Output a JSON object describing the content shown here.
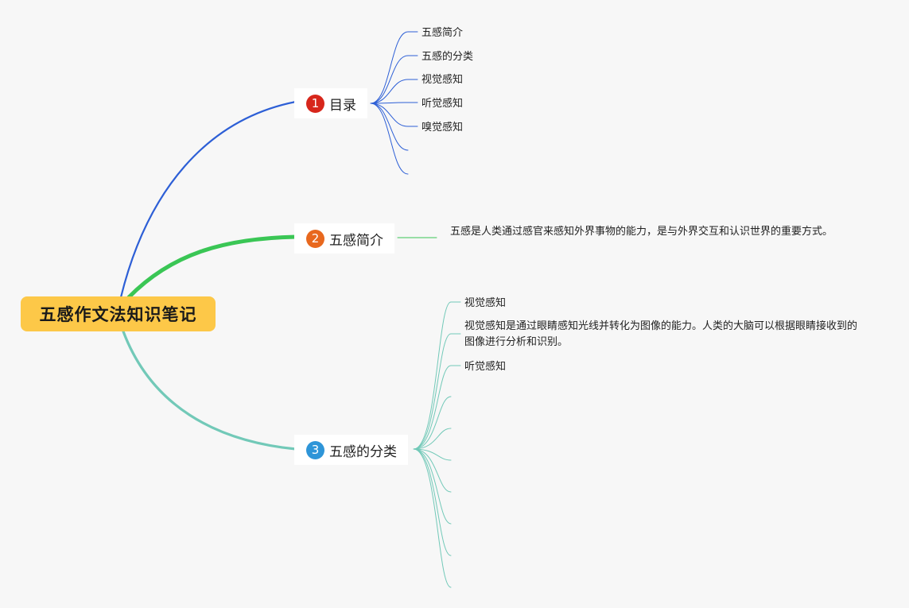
{
  "root": {
    "label": "五感作文法知识笔记",
    "color": "#fdc848"
  },
  "topics": [
    {
      "id": "t1",
      "number": "1",
      "label": "目录",
      "badge_color": "#d7261b",
      "line_color": "#2d5fd6",
      "children": [
        "五感简介",
        "五感的分类",
        "视觉感知",
        "听觉感知",
        "嗅觉感知",
        "",
        ""
      ]
    },
    {
      "id": "t2",
      "number": "2",
      "label": "五感简介",
      "badge_color": "#e8681e",
      "line_color": "#3ac655",
      "children": [
        "五感是人类通过感官来感知外界事物的能力，是与外界交互和认识世界的重要方式。"
      ]
    },
    {
      "id": "t3",
      "number": "3",
      "label": "五感的分类",
      "badge_color": "#2e95d8",
      "line_color": "#72c9b8",
      "children": [
        "视觉感知",
        "视觉感知是通过眼睛感知光线并转化为图像的能力。人类的大脑可以根据眼睛接收到的图像进行分析和识别。",
        "听觉感知",
        "",
        "",
        "",
        "",
        "",
        "",
        "",
        ""
      ]
    }
  ]
}
